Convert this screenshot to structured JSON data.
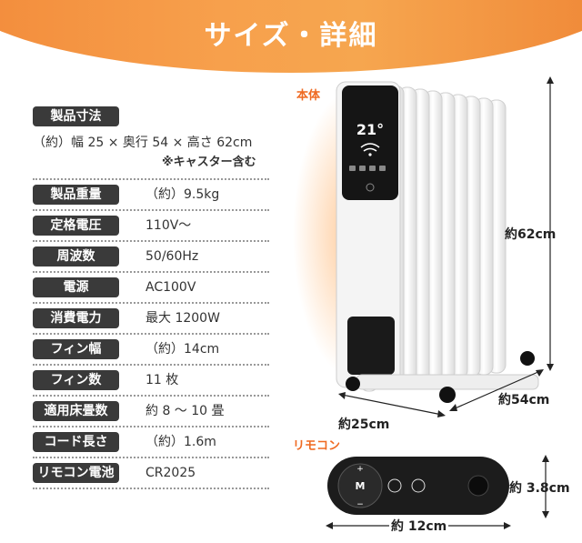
{
  "banner": {
    "title": "サイズ・詳細"
  },
  "specs": [
    {
      "label": "製品寸法",
      "value": "（約）幅 25 × 奥行 54 × 高さ 62cm",
      "note": "※キャスター含む"
    },
    {
      "label": "製品重量",
      "value": "（約）9.5kg"
    },
    {
      "label": "定格電圧",
      "value": "110V～"
    },
    {
      "label": "周波数",
      "value": "50/60Hz"
    },
    {
      "label": "電源",
      "value": "AC100V"
    },
    {
      "label": "消費電力",
      "value": "最大 1200W"
    },
    {
      "label": "フィン幅",
      "value": "（約）14cm"
    },
    {
      "label": "フィン数",
      "value": "11 枚"
    },
    {
      "label": "適用床畳数",
      "value": "約 8 ～ 10 畳"
    },
    {
      "label": "コード長さ",
      "value": "（約）1.6m"
    },
    {
      "label": "リモコン電池",
      "value": "CR2025"
    }
  ],
  "heater": {
    "tag": "本体",
    "display_temp": "21°",
    "height": "約62cm",
    "depth": "約54cm",
    "width": "約25cm"
  },
  "remote": {
    "tag": "リモコン",
    "height": "約 3.8cm",
    "width": "約 12cm",
    "button_m": "M"
  }
}
